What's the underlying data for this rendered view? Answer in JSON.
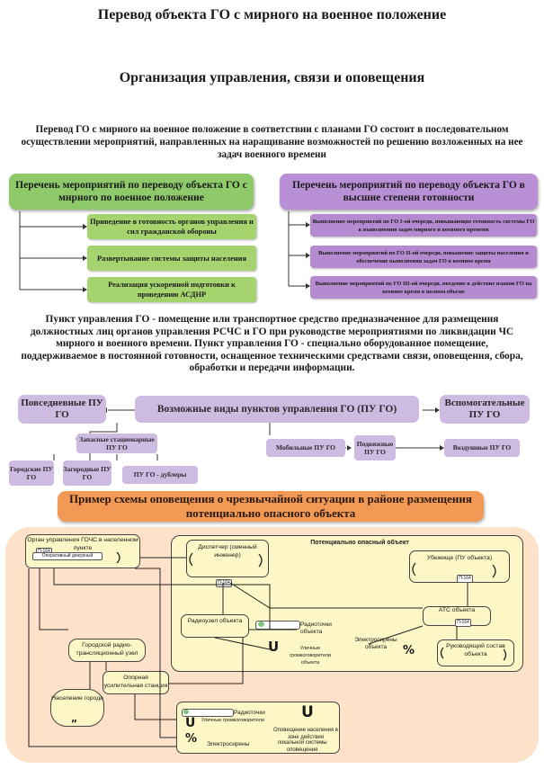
{
  "header": {
    "title": "Перевод объекта ГО с мирного на военное положение",
    "subtitle": "Организация управления, связи и оповещения",
    "intro": "Перевод ГО с мирного на военное положение в соответствии с планами ГО состоит в последовательном осуществлении мероприятий, направленных на наращивание возможностей по решению возложенных на нее задач военного времени"
  },
  "green": {
    "head": "Перечень мероприятий по переводу объекта ГО с мирного по военное положение",
    "items": [
      "Приведение в готовность органов управления и сил гражданской обороны",
      "Развертывание системы защиты населения",
      "Реализация ускоренной подготовки к проведению АСДНР"
    ]
  },
  "purple": {
    "head": "Перечень мероприятий по переводу объекта ГО в высшие степени готовности",
    "items": [
      "Выполнение мероприятий по ГО I-ой очереди, повышающие готовность системы ГО к выполнению задач мирного и военного времени",
      "Выполнение мероприятий по ГО II-ой очереди, повышение защиты населения и обеспечение выполнения задач ГО в военное время",
      "Выполнение мероприятий по ГО III-ой очереди, введение в действие планов ГО на военное время в полном объеме"
    ]
  },
  "description": "Пункт управления ГО - помещение или транспортное средство предназначенное для размещения должностных лиц органов управления РСЧС и ГО при руководстве мероприятиями по ликвидации ЧС мирного и военного времени. Пункт управления ГО - специально оборудованное помещение, поддерживаемое в постоянной готовности, оснащенное техническими средствами связи, оповещения, сбора, обработки и передачи информации.",
  "pu": {
    "center": "Возможные виды пунктов управления ГО (ПУ ГО)",
    "daily": "Повседневные ПУ ГО",
    "aux": "Вспомогательные ПУ ГО",
    "reserve": "Запасные стационарные ПУ ГО",
    "city": "Городские ПУ ГО",
    "suburban": "Загородные ПУ ГО",
    "dubl": "ПУ ГО - дублеры",
    "mobile": "Подвижные ПУ ГО",
    "mobile_sub": "Мобильные ПУ ГО",
    "air": "Воздушные ПУ ГО"
  },
  "scheme": {
    "title": "Пример схемы оповещения о чрезвычайной ситуации в районе размещения потенциально опасного объекта",
    "gochs_org": "Орган управления ГОЧС в населенном пункте",
    "p164": "П-164",
    "duty": "Оперативный дежурный",
    "dangerous_object": "Потенциально опасный объект",
    "dispatcher": "Диспетчер (сменный инженер)",
    "shelter": "Убежище (ПУ объекта)",
    "ats": "АТС объекта",
    "radio_node_obj": "Радиоузел объекта",
    "radio_points_obj": "Радиоточки объекта",
    "loudspeakers_obj": "Уличные громкоговорители объекта",
    "sirens_obj": "Электросирены объекта",
    "management": "Руководящий состав объекта",
    "city_radio": "Городской радио- трансляционный узел",
    "support_station": "Опорная усилительная станция",
    "population": "Население города",
    "radio_points": "Радиоточки",
    "loudspeakers": "Уличные громкоговорители",
    "sirens": "Электросирены",
    "zone_notice": "Оповещение населения в зоне действия",
    "local_system": "локальной системы оповещения"
  }
}
